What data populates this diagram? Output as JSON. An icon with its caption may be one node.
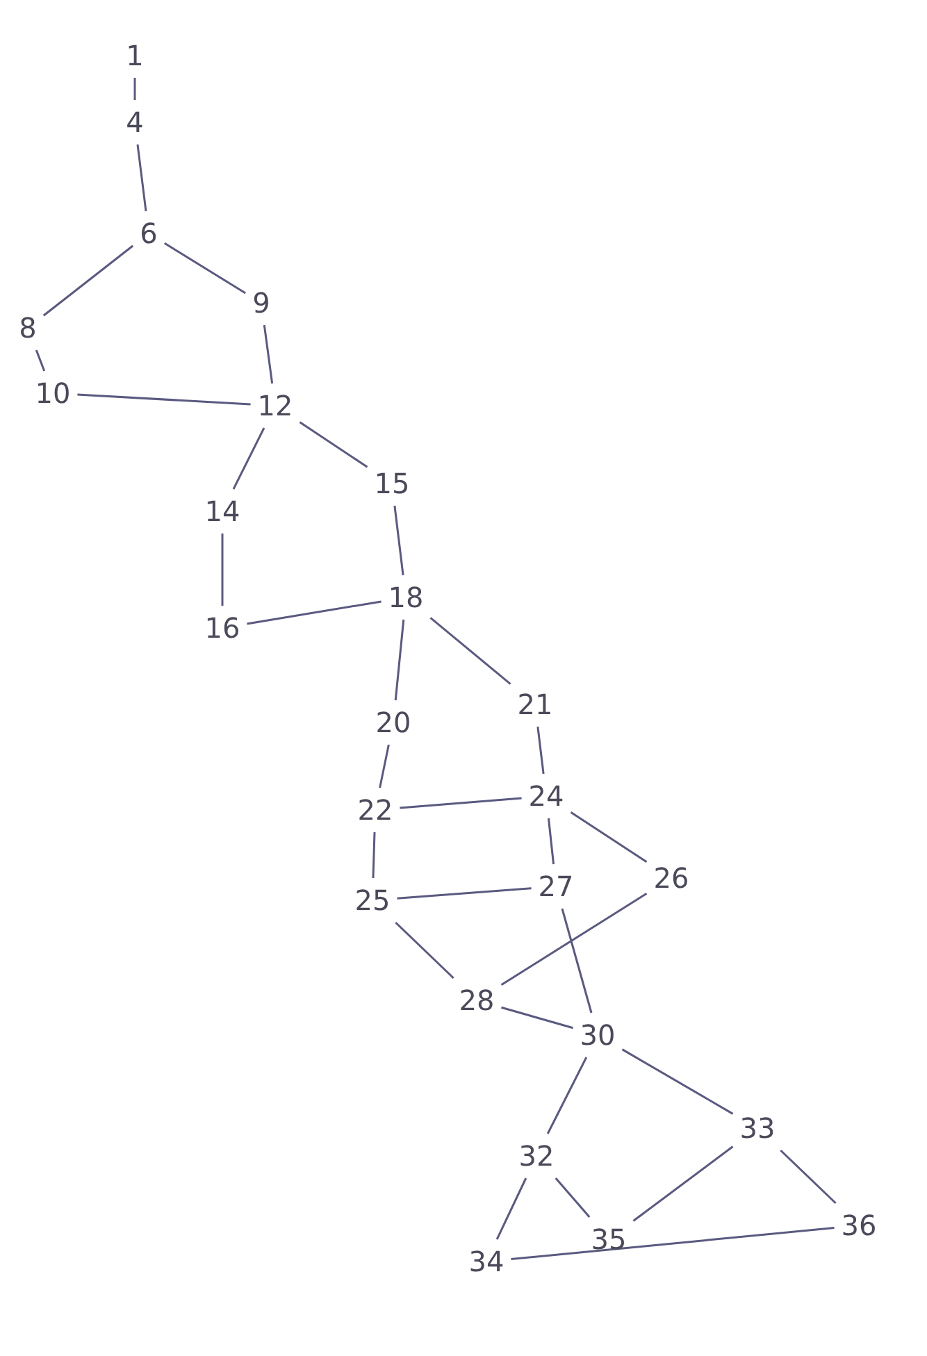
{
  "diagram": {
    "nodes": [
      {
        "text": [
          "1"
        ]
      },
      {
        "text": [
          "4"
        ]
      },
      {
        "text": [
          "6"
        ]
      },
      {
        "text": [
          "8"
        ]
      },
      {
        "text": [
          "9"
        ]
      },
      {
        "text": [
          "10"
        ]
      },
      {
        "text": [
          "12"
        ]
      },
      {
        "text": [
          "14"
        ]
      },
      {
        "text": [
          "15"
        ]
      },
      {
        "text": [
          "16"
        ]
      },
      {
        "text": [
          "18"
        ]
      },
      {
        "text": [
          "20"
        ]
      },
      {
        "text": [
          "21"
        ]
      },
      {
        "text": [
          "22"
        ]
      },
      {
        "text": [
          "24"
        ]
      },
      {
        "text": [
          "26"
        ]
      },
      {
        "text": [
          "25"
        ]
      },
      {
        "text": [
          "27"
        ]
      },
      {
        "text": [
          "28"
        ]
      },
      {
        "text": [
          "30"
        ]
      },
      {
        "text": [
          "32"
        ]
      },
      {
        "text": [
          "33"
        ]
      },
      {
        "text": [
          "34"
        ]
      },
      {
        "text": [
          "35"
        ]
      },
      {
        "text": [
          "36"
        ]
      }
    ],
    "edges": [
      {
        "from": 0,
        "to": 1,
        "arrow": "none"
      },
      {
        "from": 1,
        "to": 2,
        "arrow": "none"
      },
      {
        "from": 2,
        "to": 3,
        "arrow": "none"
      },
      {
        "from": 2,
        "to": 4,
        "arrow": "none"
      },
      {
        "from": 3,
        "to": 5,
        "arrow": "none"
      },
      {
        "from": 4,
        "to": 6,
        "arrow": "none"
      },
      {
        "from": 5,
        "to": 6,
        "arrow": "none"
      },
      {
        "from": 6,
        "to": 7,
        "arrow": "none"
      },
      {
        "from": 6,
        "to": 8,
        "arrow": "none"
      },
      {
        "from": 7,
        "to": 9,
        "arrow": "none"
      },
      {
        "from": 8,
        "to": 10,
        "arrow": "none"
      },
      {
        "from": 9,
        "to": 10,
        "arrow": "none"
      },
      {
        "from": 10,
        "to": 11,
        "arrow": "none"
      },
      {
        "from": 10,
        "to": 12,
        "arrow": "none"
      },
      {
        "from": 11,
        "to": 13,
        "arrow": "none"
      },
      {
        "from": 12,
        "to": 14,
        "arrow": "none"
      },
      {
        "from": 13,
        "to": 14,
        "arrow": "none"
      },
      {
        "from": 14,
        "to": 15,
        "arrow": "none"
      },
      {
        "from": 14,
        "to": 17,
        "arrow": "none"
      },
      {
        "from": 13,
        "to": 16,
        "arrow": "none"
      },
      {
        "from": 16,
        "to": 17,
        "arrow": "none"
      },
      {
        "from": 16,
        "to": 18,
        "arrow": "none"
      },
      {
        "from": 17,
        "to": 19,
        "arrow": "none"
      },
      {
        "from": 15,
        "to": 18,
        "arrow": "none"
      },
      {
        "from": 18,
        "to": 19,
        "arrow": "none"
      },
      {
        "from": 19,
        "to": 20,
        "arrow": "none"
      },
      {
        "from": 19,
        "to": 21,
        "arrow": "none"
      },
      {
        "from": 20,
        "to": 22,
        "arrow": "none"
      },
      {
        "from": 20,
        "to": 23,
        "arrow": "none"
      },
      {
        "from": 21,
        "to": 23,
        "arrow": "none"
      },
      {
        "from": 21,
        "to": 24,
        "arrow": "none"
      },
      {
        "from": 22,
        "to": 24,
        "arrow": "none"
      }
    ]
  }
}
